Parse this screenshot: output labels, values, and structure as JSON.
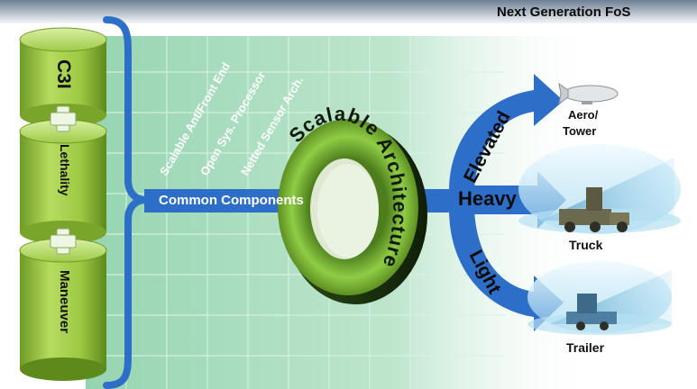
{
  "header": {
    "title": "Next Generation FoS"
  },
  "stack": {
    "items": [
      {
        "label": "C3I"
      },
      {
        "label": "Lethality"
      },
      {
        "label": "Maneuver"
      }
    ]
  },
  "components": {
    "items": [
      "Scalable Ant/Front End",
      "Open Sys. Processor",
      "Netted Sensor Arch."
    ],
    "common_label": "Common Components"
  },
  "ring": {
    "text": "Scalable Architecture"
  },
  "branches": {
    "elevated": "Elevated",
    "heavy": "Heavy",
    "light": "Light"
  },
  "platforms": {
    "aero": {
      "label_line1": "Aero/",
      "label_line2": "Tower"
    },
    "truck": {
      "label": "Truck"
    },
    "trailer": {
      "label": "Trailer"
    }
  },
  "colors": {
    "accent_blue": "#2d6fc8",
    "cylinder_green": "#a9d14a",
    "ring_green": "#7fbf3a",
    "grid_green": "#b9e3c9"
  }
}
